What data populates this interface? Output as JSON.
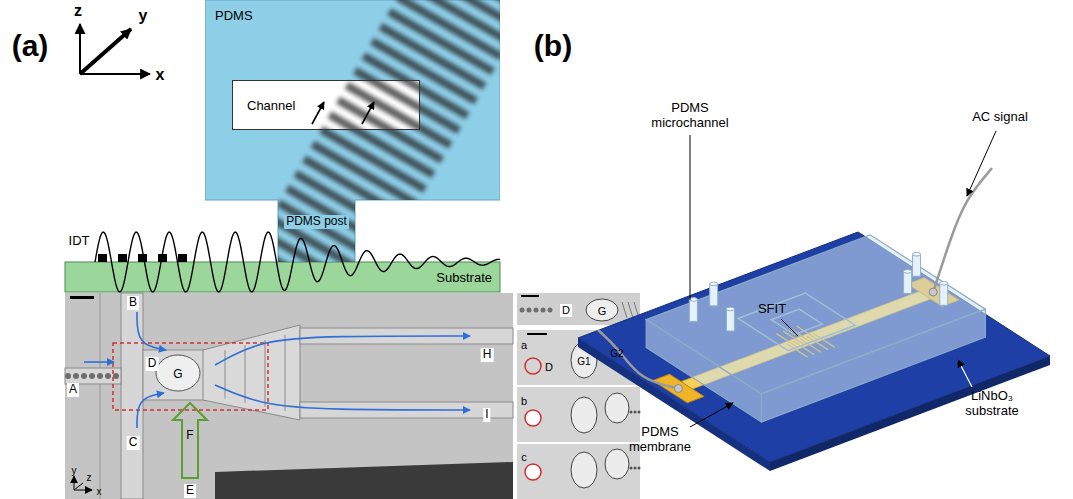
{
  "diagram": {
    "nodes": [
      {
        "text": [
          "PDMS",
          "PDMS post"
        ]
      },
      {
        "text": [
          "Channel"
        ],
        "in": 0
      },
      {
        "text": [
          "Substrate"
        ]
      }
    ],
    "labels": [
      "(a)",
      "z",
      "y",
      "x",
      "IDT",
      "B",
      "A",
      "D",
      "G",
      "C",
      "F",
      "E",
      "H",
      "I",
      "y",
      "z",
      "x",
      "D",
      "G",
      "a",
      "D",
      "G1",
      "G2",
      "b",
      "c",
      "(b)",
      "PDMS microchannel",
      "AC signal",
      "SFIT",
      "PDMS membrane",
      "LiNbO₃ substrate"
    ]
  }
}
